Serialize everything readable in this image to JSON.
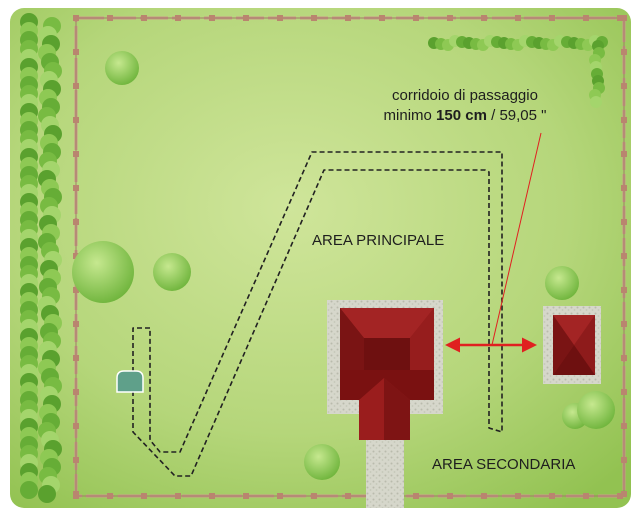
{
  "labels": {
    "main_area": "AREA PRINCIPALE",
    "secondary_area": "AREA SECONDARIA",
    "corridor_line1": "corridoio di passaggio",
    "corridor_line2_prefix": "minimo",
    "corridor_value": "150 cm",
    "corridor_separator": "/",
    "corridor_imperial": "59,05 \""
  },
  "colors": {
    "lawn": "#a9d16a",
    "lawn_light": "#c6df8a",
    "fence": "#c99a86",
    "hedge": "#6fb23a",
    "roof": "#8b1a1a",
    "path_gravel": "#d9d9cf",
    "base_station": "#5fa08a",
    "corridor_arrow": "#e02020",
    "boundary_wire": "#222222"
  },
  "icons": [
    "tree-icon",
    "house-icon",
    "shed-icon",
    "charging-station-icon",
    "hedge-icon"
  ]
}
